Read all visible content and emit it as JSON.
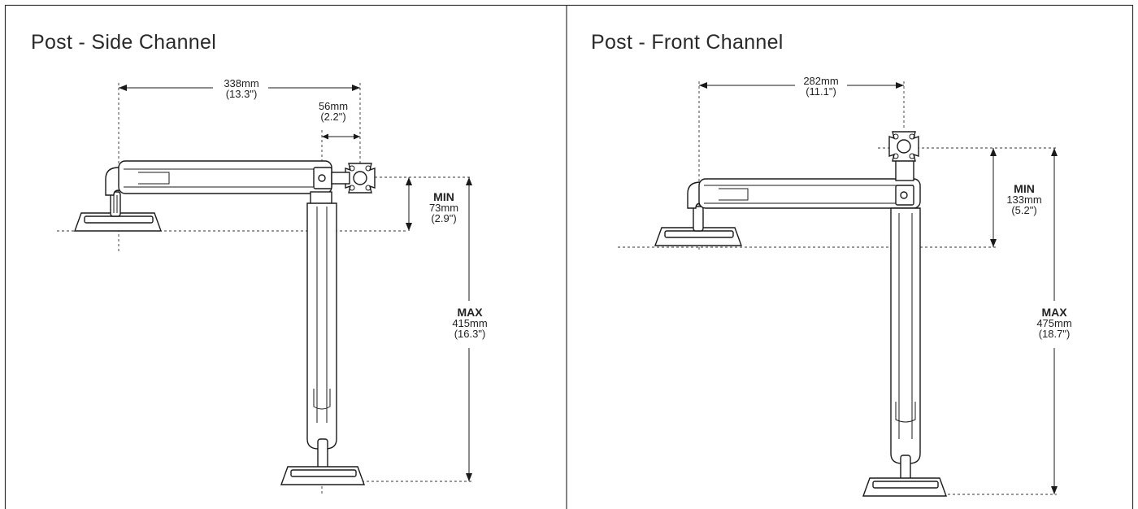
{
  "panels": [
    {
      "title": "Post - Side Channel",
      "reach": {
        "mm": "338mm",
        "in": "(13.3\")"
      },
      "offset": {
        "mm": "56mm",
        "in": "(2.2\")"
      },
      "min": {
        "label": "MIN",
        "mm": "73mm",
        "in": "(2.9\")"
      },
      "max": {
        "label": "MAX",
        "mm": "415mm",
        "in": "(16.3\")"
      }
    },
    {
      "title": "Post - Front Channel",
      "reach": {
        "mm": "282mm",
        "in": "(11.1\")"
      },
      "min": {
        "label": "MIN",
        "mm": "133mm",
        "in": "(5.2\")"
      },
      "max": {
        "label": "MAX",
        "mm": "475mm",
        "in": "(18.7\")"
      }
    }
  ],
  "colors": {
    "line": "#1a1a1a",
    "border": "#333333",
    "background": "#ffffff"
  }
}
